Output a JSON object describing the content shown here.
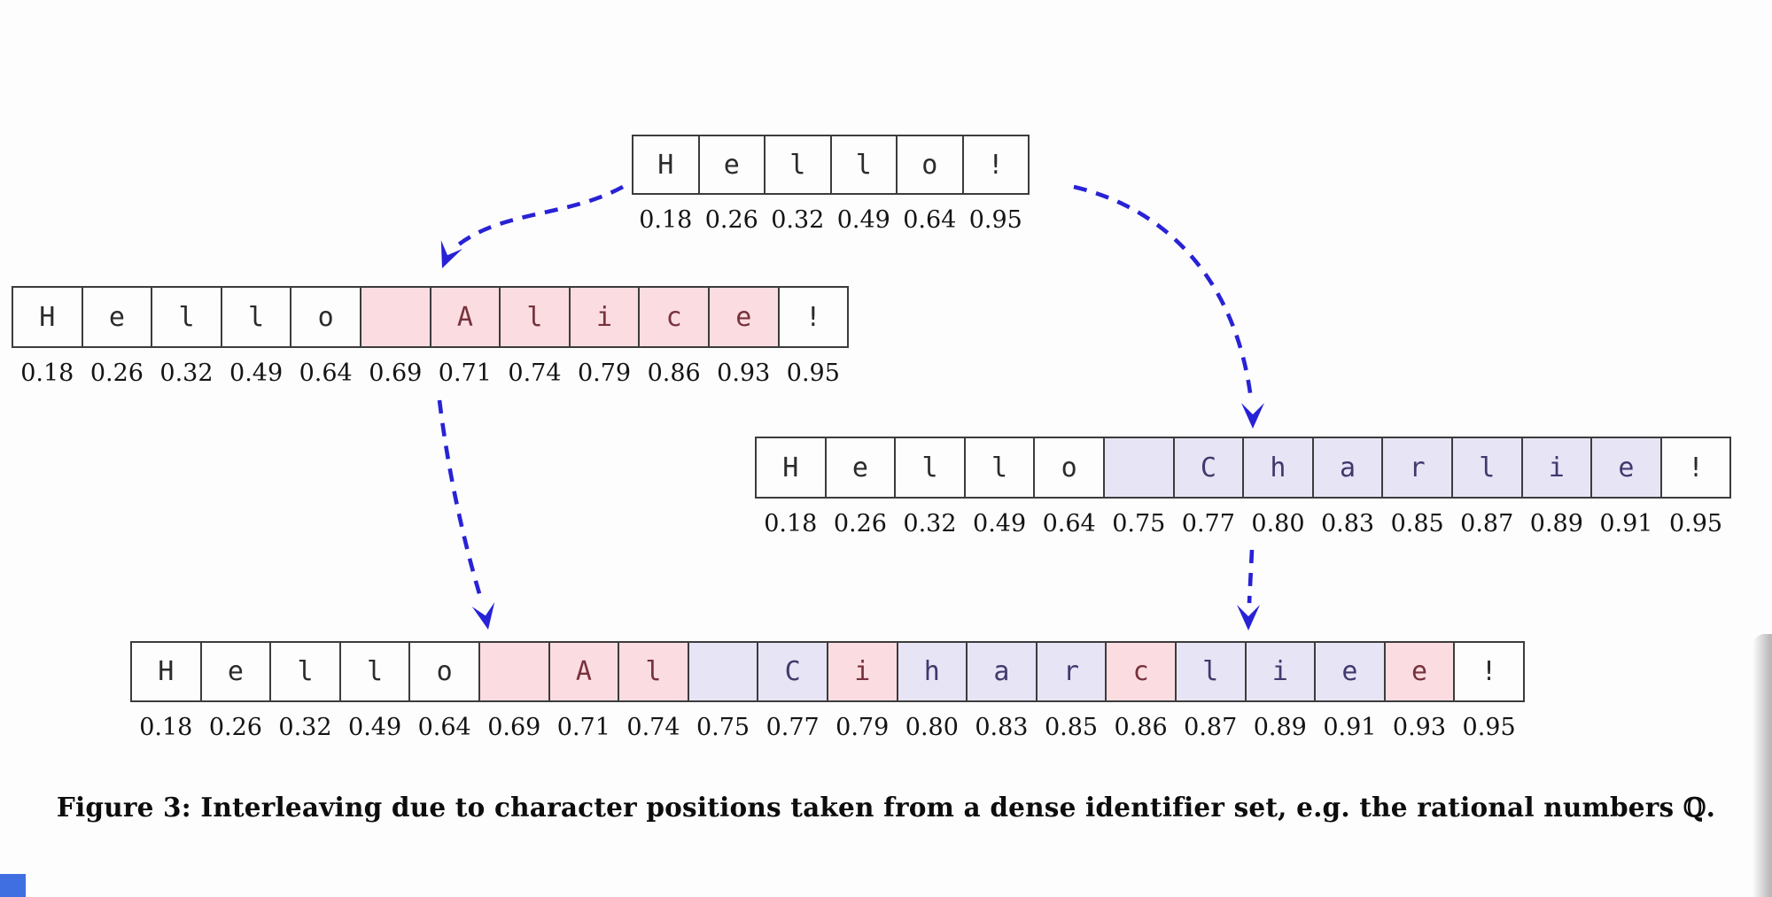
{
  "figure": {
    "caption": "Figure 3: Interleaving due to character positions taken from a dense identifier set, e.g. the rational numbers ℚ.",
    "colors": {
      "alice_bg": "#fbdce1",
      "alice_text": "#77323c",
      "charlie_bg": "#e7e4f6",
      "charlie_text": "#403a6d",
      "plain_text": "#2b2b2b",
      "cell_border": "#3c3c3c",
      "number_text": "#141414",
      "caption_text": "#0d0d0d",
      "arrow": "#2822d6",
      "artifact_blue": "#3f6fe0"
    },
    "rows": {
      "original": {
        "text": "Hello!",
        "cells": [
          {
            "ch": "H",
            "pos": "0.18",
            "hl": "none"
          },
          {
            "ch": "e",
            "pos": "0.26",
            "hl": "none"
          },
          {
            "ch": "l",
            "pos": "0.32",
            "hl": "none"
          },
          {
            "ch": "l",
            "pos": "0.49",
            "hl": "none"
          },
          {
            "ch": "o",
            "pos": "0.64",
            "hl": "none"
          },
          {
            "ch": "!",
            "pos": "0.95",
            "hl": "none"
          }
        ]
      },
      "alice": {
        "text": "Hello Alice!",
        "cells": [
          {
            "ch": "H",
            "pos": "0.18",
            "hl": "none"
          },
          {
            "ch": "e",
            "pos": "0.26",
            "hl": "none"
          },
          {
            "ch": "l",
            "pos": "0.32",
            "hl": "none"
          },
          {
            "ch": "l",
            "pos": "0.49",
            "hl": "none"
          },
          {
            "ch": "o",
            "pos": "0.64",
            "hl": "none"
          },
          {
            "ch": " ",
            "pos": "0.69",
            "hl": "alice"
          },
          {
            "ch": "A",
            "pos": "0.71",
            "hl": "alice"
          },
          {
            "ch": "l",
            "pos": "0.74",
            "hl": "alice"
          },
          {
            "ch": "i",
            "pos": "0.79",
            "hl": "alice"
          },
          {
            "ch": "c",
            "pos": "0.86",
            "hl": "alice"
          },
          {
            "ch": "e",
            "pos": "0.93",
            "hl": "alice"
          },
          {
            "ch": "!",
            "pos": "0.95",
            "hl": "none"
          }
        ]
      },
      "charlie": {
        "text": "Hello Charlie!",
        "cells": [
          {
            "ch": "H",
            "pos": "0.18",
            "hl": "none"
          },
          {
            "ch": "e",
            "pos": "0.26",
            "hl": "none"
          },
          {
            "ch": "l",
            "pos": "0.32",
            "hl": "none"
          },
          {
            "ch": "l",
            "pos": "0.49",
            "hl": "none"
          },
          {
            "ch": "o",
            "pos": "0.64",
            "hl": "none"
          },
          {
            "ch": " ",
            "pos": "0.75",
            "hl": "charlie"
          },
          {
            "ch": "C",
            "pos": "0.77",
            "hl": "charlie"
          },
          {
            "ch": "h",
            "pos": "0.80",
            "hl": "charlie"
          },
          {
            "ch": "a",
            "pos": "0.83",
            "hl": "charlie"
          },
          {
            "ch": "r",
            "pos": "0.85",
            "hl": "charlie"
          },
          {
            "ch": "l",
            "pos": "0.87",
            "hl": "charlie"
          },
          {
            "ch": "i",
            "pos": "0.89",
            "hl": "charlie"
          },
          {
            "ch": "e",
            "pos": "0.91",
            "hl": "charlie"
          },
          {
            "ch": "!",
            "pos": "0.95",
            "hl": "none"
          }
        ]
      },
      "merged": {
        "text": "Hello Al Ciharcliee!",
        "cells": [
          {
            "ch": "H",
            "pos": "0.18",
            "hl": "none"
          },
          {
            "ch": "e",
            "pos": "0.26",
            "hl": "none"
          },
          {
            "ch": "l",
            "pos": "0.32",
            "hl": "none"
          },
          {
            "ch": "l",
            "pos": "0.49",
            "hl": "none"
          },
          {
            "ch": "o",
            "pos": "0.64",
            "hl": "none"
          },
          {
            "ch": " ",
            "pos": "0.69",
            "hl": "alice"
          },
          {
            "ch": "A",
            "pos": "0.71",
            "hl": "alice"
          },
          {
            "ch": "l",
            "pos": "0.74",
            "hl": "alice"
          },
          {
            "ch": " ",
            "pos": "0.75",
            "hl": "charlie"
          },
          {
            "ch": "C",
            "pos": "0.77",
            "hl": "charlie"
          },
          {
            "ch": "i",
            "pos": "0.79",
            "hl": "alice"
          },
          {
            "ch": "h",
            "pos": "0.80",
            "hl": "charlie"
          },
          {
            "ch": "a",
            "pos": "0.83",
            "hl": "charlie"
          },
          {
            "ch": "r",
            "pos": "0.85",
            "hl": "charlie"
          },
          {
            "ch": "c",
            "pos": "0.86",
            "hl": "alice"
          },
          {
            "ch": "l",
            "pos": "0.87",
            "hl": "charlie"
          },
          {
            "ch": "i",
            "pos": "0.89",
            "hl": "charlie"
          },
          {
            "ch": "e",
            "pos": "0.91",
            "hl": "charlie"
          },
          {
            "ch": "e",
            "pos": "0.93",
            "hl": "alice"
          },
          {
            "ch": "!",
            "pos": "0.95",
            "hl": "none"
          }
        ]
      }
    },
    "arrows": [
      {
        "name": "hello-to-alice"
      },
      {
        "name": "hello-to-charlie"
      },
      {
        "name": "alice-to-merged"
      },
      {
        "name": "charlie-to-merged"
      }
    ]
  }
}
